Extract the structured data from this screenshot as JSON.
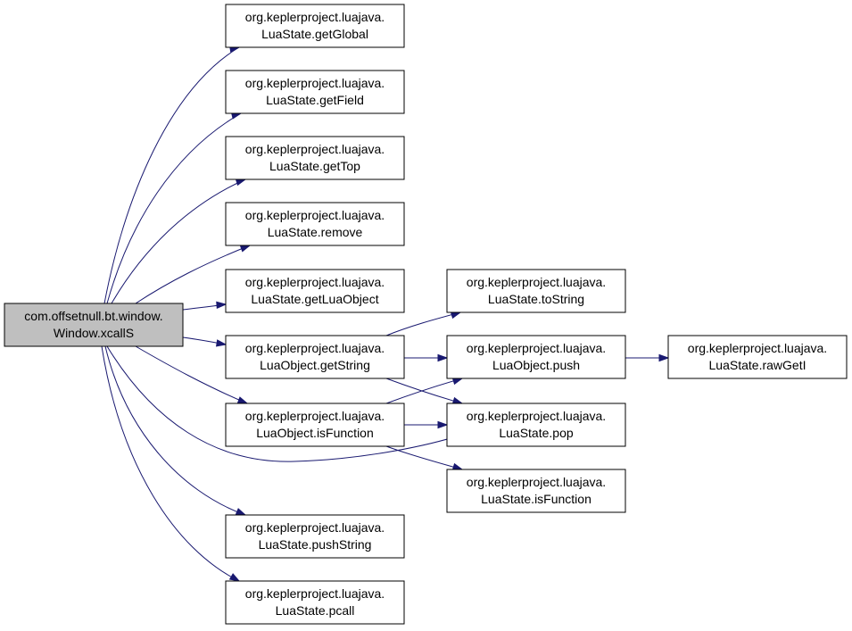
{
  "diagram": {
    "colors": {
      "edge": "#191970",
      "root_fill": "#bfbfbf",
      "node_fill": "#ffffff",
      "border": "#000000"
    },
    "nodes": [
      {
        "id": "root",
        "line1": "com.offsetnull.bt.window.",
        "line2": "Window.xcallS"
      },
      {
        "id": "getGlobal",
        "line1": "org.keplerproject.luajava.",
        "line2": "LuaState.getGlobal"
      },
      {
        "id": "getField",
        "line1": "org.keplerproject.luajava.",
        "line2": "LuaState.getField"
      },
      {
        "id": "getTop",
        "line1": "org.keplerproject.luajava.",
        "line2": "LuaState.getTop"
      },
      {
        "id": "remove",
        "line1": "org.keplerproject.luajava.",
        "line2": "LuaState.remove"
      },
      {
        "id": "getLuaObject",
        "line1": "org.keplerproject.luajava.",
        "line2": "LuaState.getLuaObject"
      },
      {
        "id": "getString",
        "line1": "org.keplerproject.luajava.",
        "line2": "LuaObject.getString"
      },
      {
        "id": "isFunctionObj",
        "line1": "org.keplerproject.luajava.",
        "line2": "LuaObject.isFunction"
      },
      {
        "id": "pushString",
        "line1": "org.keplerproject.luajava.",
        "line2": "LuaState.pushString"
      },
      {
        "id": "pcall",
        "line1": "org.keplerproject.luajava.",
        "line2": "LuaState.pcall"
      },
      {
        "id": "toString",
        "line1": "org.keplerproject.luajava.",
        "line2": "LuaState.toString"
      },
      {
        "id": "push",
        "line1": "org.keplerproject.luajava.",
        "line2": "LuaObject.push"
      },
      {
        "id": "pop",
        "line1": "org.keplerproject.luajava.",
        "line2": "LuaState.pop"
      },
      {
        "id": "isFunctionState",
        "line1": "org.keplerproject.luajava.",
        "line2": "LuaState.isFunction"
      },
      {
        "id": "rawGetI",
        "line1": "org.keplerproject.luajava.",
        "line2": "LuaState.rawGetI"
      }
    ],
    "edges": [
      {
        "from": "root",
        "to": "getGlobal"
      },
      {
        "from": "root",
        "to": "getField"
      },
      {
        "from": "root",
        "to": "getTop"
      },
      {
        "from": "root",
        "to": "remove"
      },
      {
        "from": "root",
        "to": "getLuaObject"
      },
      {
        "from": "root",
        "to": "getString"
      },
      {
        "from": "root",
        "to": "isFunctionObj"
      },
      {
        "from": "root",
        "to": "pop"
      },
      {
        "from": "root",
        "to": "pushString"
      },
      {
        "from": "root",
        "to": "pcall"
      },
      {
        "from": "getString",
        "to": "toString"
      },
      {
        "from": "getString",
        "to": "push"
      },
      {
        "from": "getString",
        "to": "pop"
      },
      {
        "from": "isFunctionObj",
        "to": "push"
      },
      {
        "from": "isFunctionObj",
        "to": "pop"
      },
      {
        "from": "isFunctionObj",
        "to": "isFunctionState"
      },
      {
        "from": "push",
        "to": "rawGetI"
      }
    ]
  }
}
